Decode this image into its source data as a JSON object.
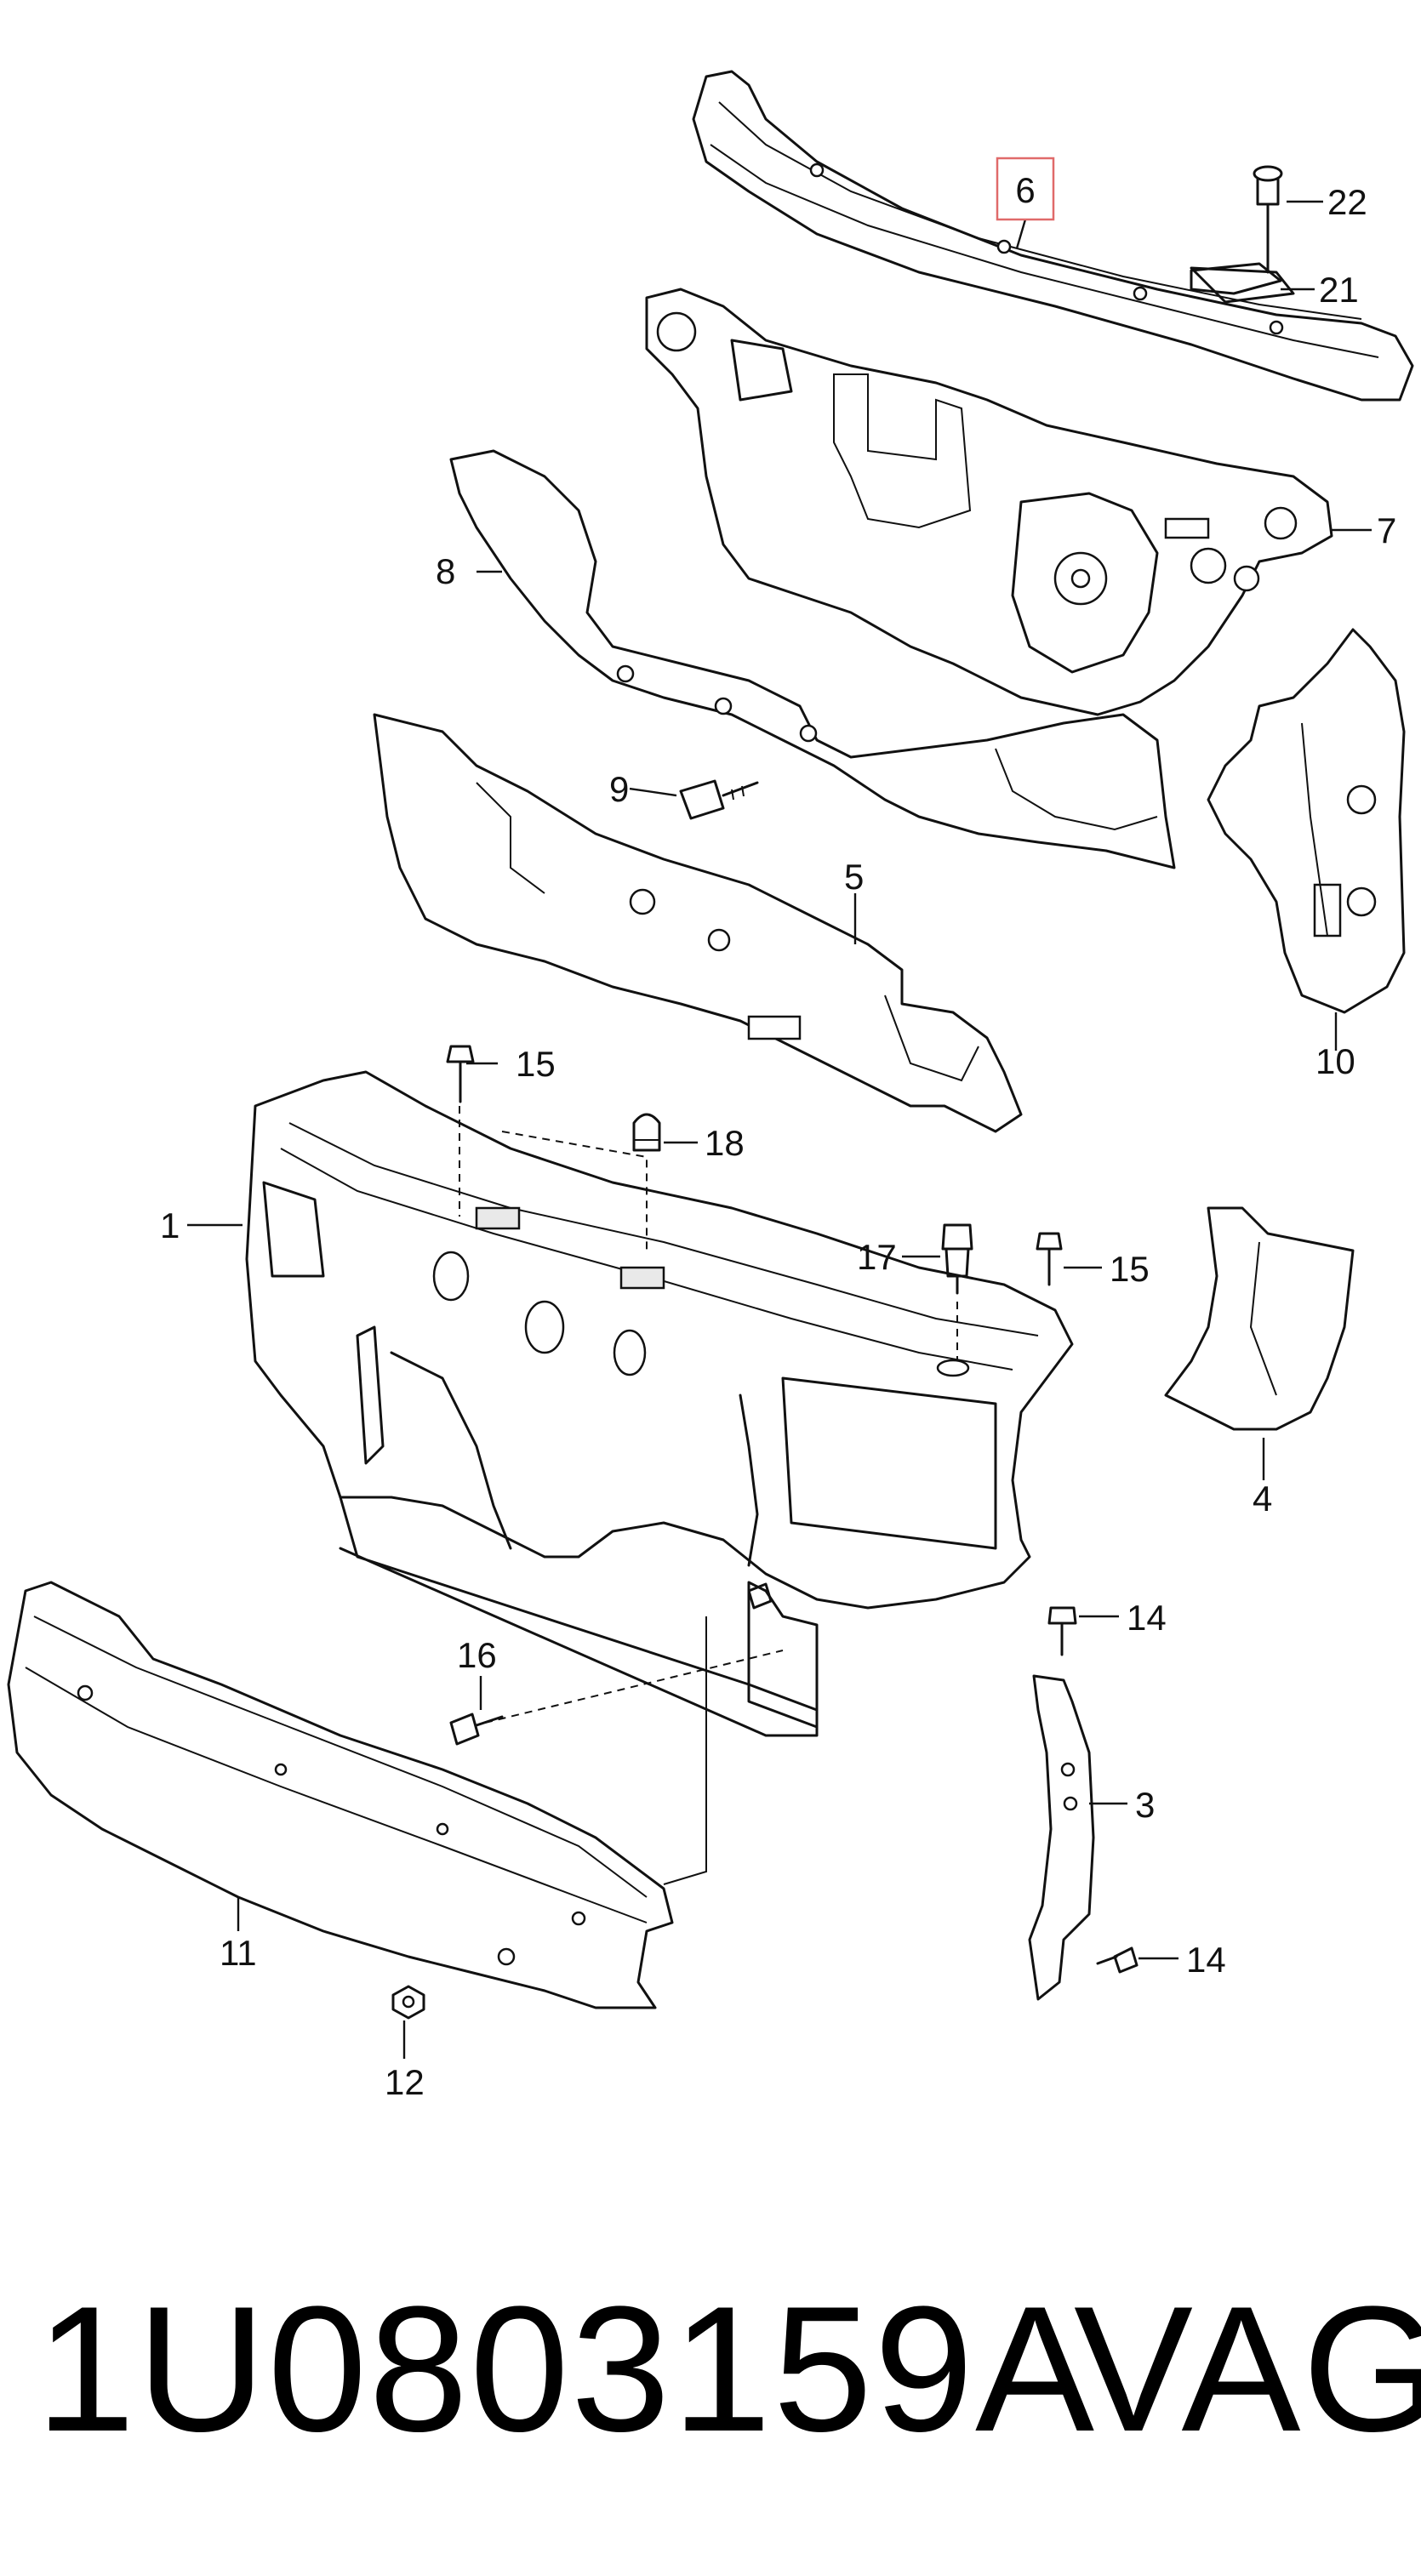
{
  "diagram": {
    "callouts": [
      {
        "id": "1",
        "label": "1"
      },
      {
        "id": "3",
        "label": "3"
      },
      {
        "id": "4",
        "label": "4"
      },
      {
        "id": "5",
        "label": "5"
      },
      {
        "id": "6",
        "label": "6"
      },
      {
        "id": "7",
        "label": "7"
      },
      {
        "id": "8",
        "label": "8"
      },
      {
        "id": "9",
        "label": "9"
      },
      {
        "id": "10",
        "label": "10"
      },
      {
        "id": "11",
        "label": "11"
      },
      {
        "id": "12",
        "label": "12"
      },
      {
        "id": "14a",
        "label": "14"
      },
      {
        "id": "14b",
        "label": "14"
      },
      {
        "id": "15a",
        "label": "15"
      },
      {
        "id": "15b",
        "label": "15"
      },
      {
        "id": "16",
        "label": "16"
      },
      {
        "id": "17",
        "label": "17"
      },
      {
        "id": "18",
        "label": "18"
      },
      {
        "id": "21",
        "label": "21"
      },
      {
        "id": "22",
        "label": "22"
      }
    ],
    "highlighted_part": "6",
    "highlight_color": "#e06a6a"
  },
  "footer": {
    "part_number": "1U0803159A",
    "brand": "VAG"
  }
}
